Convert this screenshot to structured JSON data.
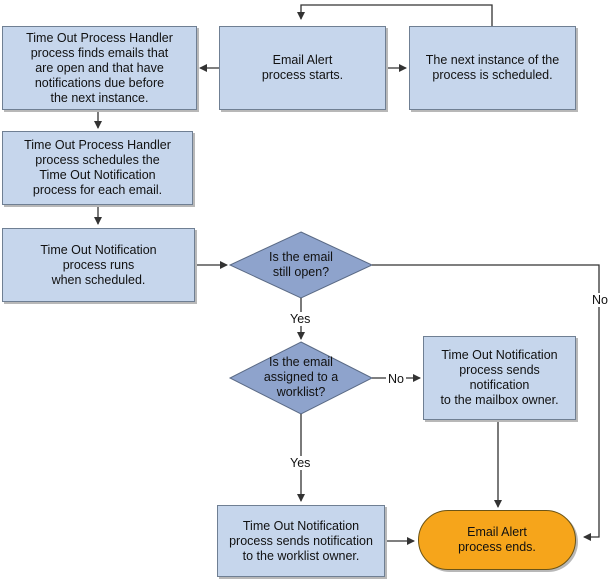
{
  "nodes": {
    "handler_finds": "Time Out Process Handler\nprocess finds emails that\nare open and that have\nnotifications due before\nthe next instance.",
    "alert_starts": "Email Alert\nprocess starts.",
    "next_instance": "The next instance of the\nprocess is scheduled.",
    "handler_schedules": "Time Out Process Handler\nprocess schedules the\nTime Out Notification\nprocess for each email.",
    "notification_runs": "Time Out Notification\nprocess runs\nwhen scheduled.",
    "still_open": "Is the email\nstill open?",
    "assigned_worklist": "Is the email\nassigned to a\nworklist?",
    "notify_mailbox": "Time Out Notification\nprocess sends\nnotification\nto the mailbox owner.",
    "notify_worklist": "Time Out Notification\nprocess sends notification\nto the worklist owner.",
    "alert_ends": "Email Alert\nprocess ends."
  },
  "edge_labels": {
    "open_yes": "Yes",
    "open_no": "No",
    "assigned_yes": "Yes",
    "assigned_no": "No"
  },
  "colors": {
    "process_fill": "#c6d6ec",
    "decision_fill": "#8ea3cc",
    "end_fill": "#f6a51b",
    "connector": "#333333"
  }
}
